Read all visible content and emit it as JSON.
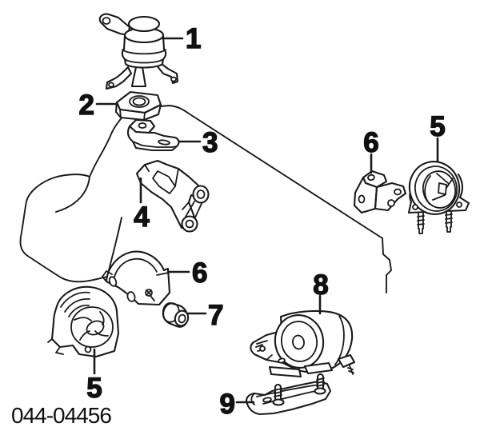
{
  "figure": {
    "code": "044-04456",
    "callouts": {
      "n1": "1",
      "n2": "2",
      "n3": "3",
      "n4": "4",
      "n5": "5",
      "n6": "6",
      "n7": "7",
      "n8": "8",
      "n9": "9"
    },
    "colors": {
      "line": "#1a1a1a",
      "background": "#ffffff"
    }
  }
}
